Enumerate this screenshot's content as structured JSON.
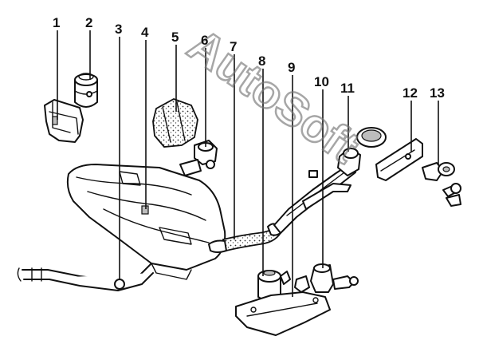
{
  "diagram": {
    "callouts": [
      {
        "id": "callout-1",
        "label": "1"
      },
      {
        "id": "callout-2",
        "label": "2"
      },
      {
        "id": "callout-3",
        "label": "3"
      },
      {
        "id": "callout-4",
        "label": "4"
      },
      {
        "id": "callout-5",
        "label": "5"
      },
      {
        "id": "callout-6",
        "label": "6"
      },
      {
        "id": "callout-7",
        "label": "7"
      },
      {
        "id": "callout-8",
        "label": "8"
      },
      {
        "id": "callout-9",
        "label": "9"
      },
      {
        "id": "callout-10",
        "label": "10"
      },
      {
        "id": "callout-11",
        "label": "11"
      },
      {
        "id": "callout-12",
        "label": "12"
      },
      {
        "id": "callout-13",
        "label": "13"
      }
    ],
    "watermark": "AutoSoft",
    "colors": {
      "line": "#111111",
      "watermark": "#777777",
      "background": "#ffffff"
    }
  }
}
